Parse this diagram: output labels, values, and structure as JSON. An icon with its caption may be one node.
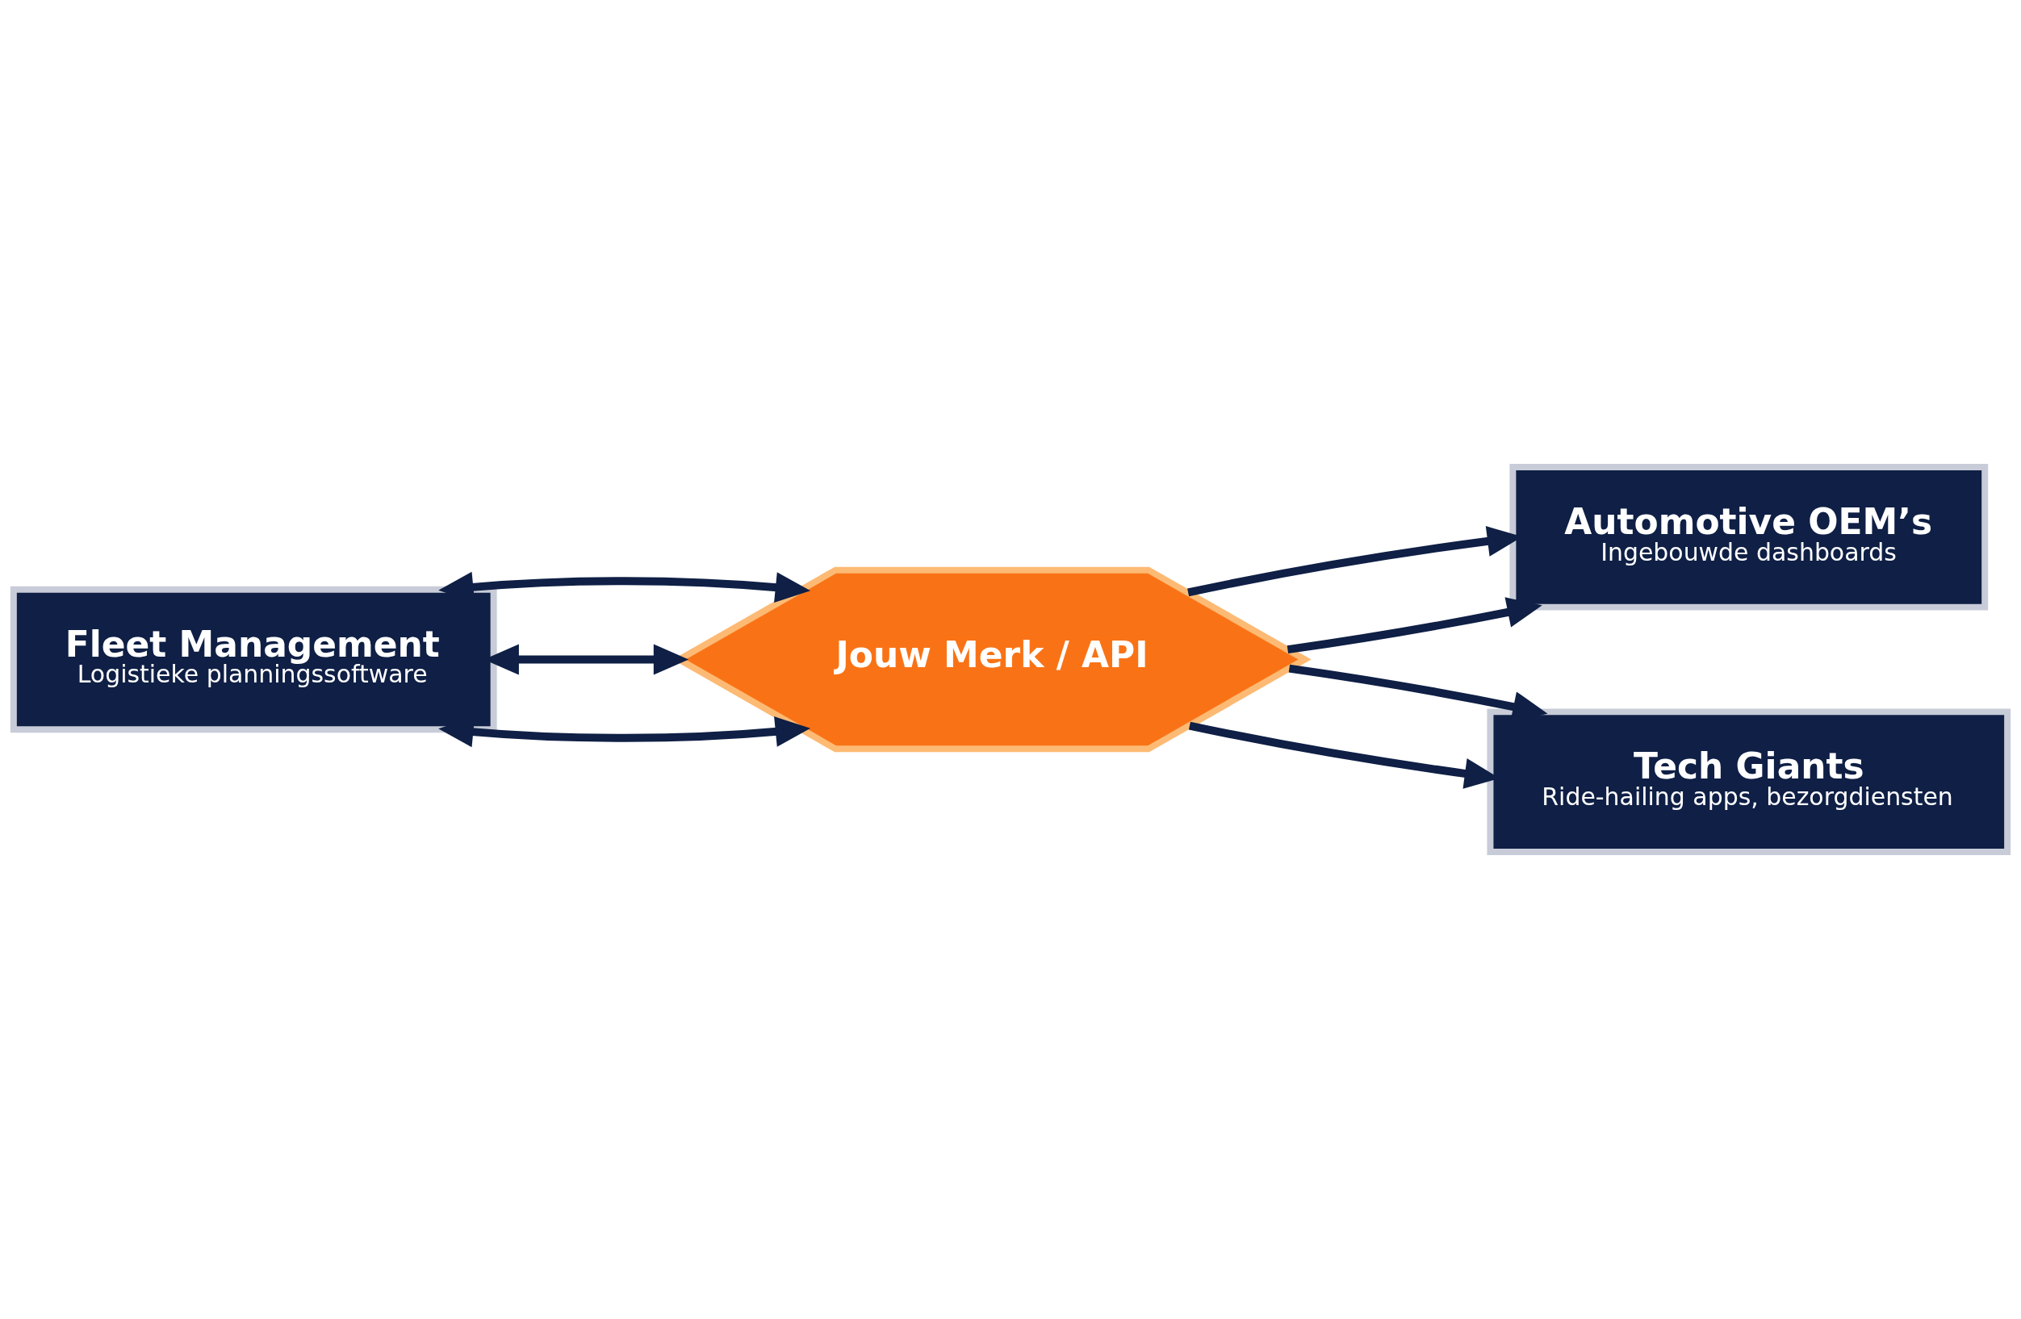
{
  "diagram": {
    "nodes": [
      {
        "text": [
          "Fleet Management",
          "Logistieke planningssoftware"
        ]
      },
      {
        "text": [
          "Jouw Merk / API"
        ]
      },
      {
        "text": [
          "Automotive OEM’s",
          "Ingebouwde dashboards"
        ]
      },
      {
        "text": [
          "Tech Giants",
          "Ride-hailing apps, bezorgdiensten"
        ]
      }
    ],
    "edges": [
      {
        "from": 0,
        "to": 1,
        "arrow": "both"
      },
      {
        "from": 0,
        "to": 1,
        "arrow": "both"
      },
      {
        "from": 0,
        "to": 1,
        "arrow": "both"
      },
      {
        "from": 1,
        "to": 2,
        "arrow": "to"
      },
      {
        "from": 1,
        "to": 2,
        "arrow": "to"
      },
      {
        "from": 1,
        "to": 3,
        "arrow": "to"
      },
      {
        "from": 1,
        "to": 3,
        "arrow": "to"
      }
    ]
  }
}
